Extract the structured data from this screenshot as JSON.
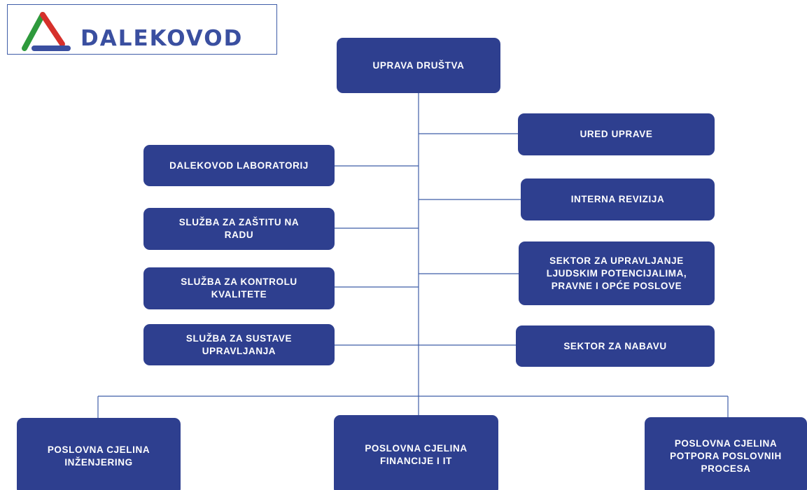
{
  "logo": {
    "text": "DALEKOVOD",
    "colors": {
      "green": "#2e9a3c",
      "red": "#d6302b",
      "blue": "#3a4fa0"
    }
  },
  "colors": {
    "node_fill": "#2e3f8f",
    "node_text": "#ffffff",
    "connector": "#3f5da8"
  },
  "nodes": {
    "board": "UPRAVA DRUŠTVA",
    "left": [
      {
        "lines": [
          "DALEKOVOD LABORATORIJ"
        ]
      },
      {
        "lines": [
          "SLUŽBA ZA ZAŠTITU NA",
          "RADU"
        ]
      },
      {
        "lines": [
          "SLUŽBA ZA KONTROLU",
          "KVALITETE"
        ]
      },
      {
        "lines": [
          "SLUŽBA ZA SUSTAVE",
          "UPRAVLJANJA"
        ]
      }
    ],
    "right": [
      {
        "lines": [
          "URED UPRAVE"
        ]
      },
      {
        "lines": [
          "INTERNA REVIZIJA"
        ]
      },
      {
        "lines": [
          "SEKTOR ZA UPRAVLJANJE",
          "LJUDSKIM POTENCIJALIMA,",
          "PRAVNE I OPĆE POSLOVE"
        ]
      },
      {
        "lines": [
          "SEKTOR ZA NABAVU"
        ]
      }
    ],
    "bottom": [
      {
        "lines": [
          "POSLOVNA CJELINA",
          "INŽENJERING"
        ]
      },
      {
        "lines": [
          "POSLOVNA CJELINA",
          "FINANCIJE I IT"
        ]
      },
      {
        "lines": [
          "POSLOVNA CJELINA",
          "POTPORA POSLOVNIH",
          "PROCESA"
        ]
      }
    ]
  }
}
